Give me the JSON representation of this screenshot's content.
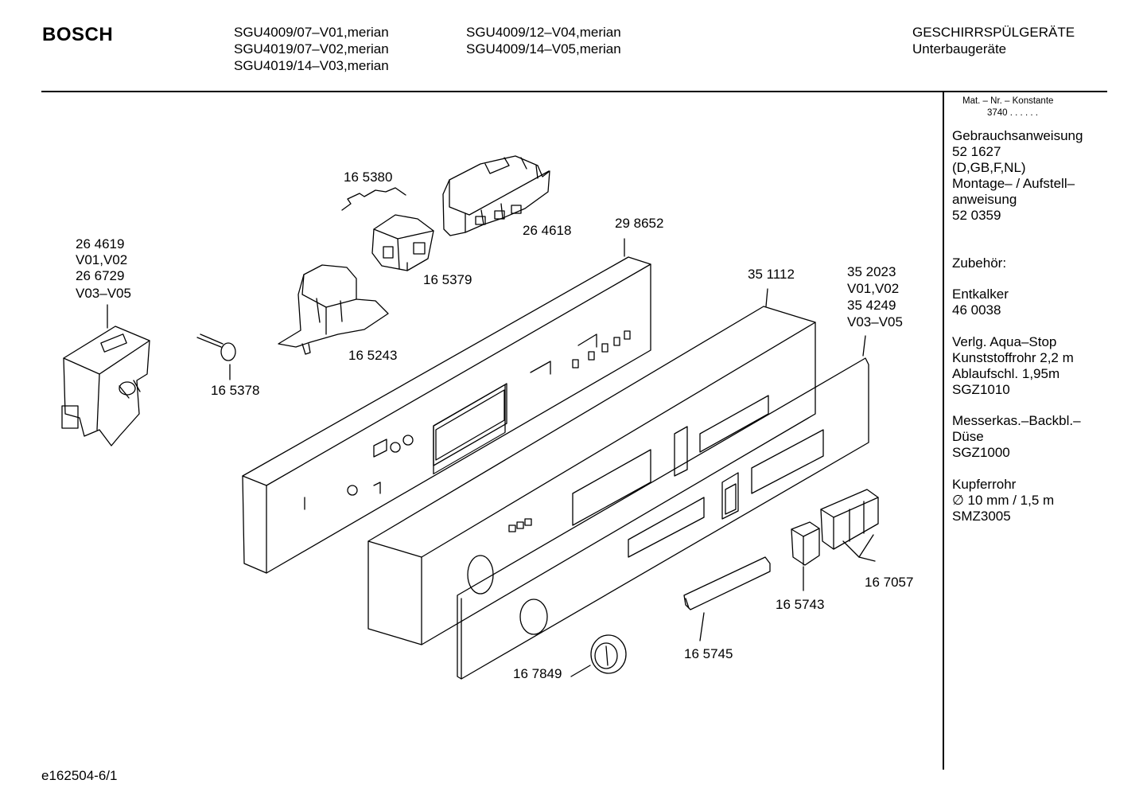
{
  "header": {
    "brand": "BOSCH",
    "models_col1": [
      "SGU4009/07–V01,merian",
      "SGU4019/07–V02,merian",
      "SGU4019/14–V03,merian"
    ],
    "models_col2": [
      "SGU4009/12–V04,merian",
      "SGU4009/14–V05,merian"
    ],
    "category": [
      "GESCHIRRSPÜLGERÄTE",
      "Unterbaugeräte"
    ]
  },
  "sidebar": {
    "mat_label": "Mat. – Nr. – Konstante",
    "mat_value": "3740 . . . . . .",
    "manual_block": [
      "Gebrauchsanweisung",
      "52 1627",
      "(D,GB,F,NL)",
      "Montage– / Aufstell–",
      "anweisung",
      "52 0359"
    ],
    "accessories_title": "Zubehör:",
    "descaler_block": [
      "Entkalker",
      "46 0038"
    ],
    "aquastop_block": [
      "Verlg. Aqua–Stop",
      "Kunststoffrohr 2,2 m",
      "Ablaufschl. 1,95m",
      "SGZ1010"
    ],
    "cutlery_block": [
      "Messerkas.–Backbl.–",
      "Düse",
      "SGZ1000"
    ],
    "copper_block": [
      "Kupferrohr",
      "∅ 10 mm / 1,5 m",
      "SMZ3005"
    ]
  },
  "parts": {
    "p165380": "16 5380",
    "p264618": "26 4618",
    "p165379": "16 5379",
    "p298652": "29 8652",
    "p264619_block": [
      "26 4619",
      "V01,V02",
      "26 6729",
      "V03–V05"
    ],
    "p165243": "16 5243",
    "p165378": "16 5378",
    "p351112": "35 1112",
    "p352023_block": [
      "35 2023",
      "V01,V02",
      "35 4249",
      "V03–V05"
    ],
    "p167057": "16 7057",
    "p165743": "16 5743",
    "p165745": "16 5745",
    "p167849": "16 7849"
  },
  "footer": {
    "code": "e162504-6/1"
  }
}
